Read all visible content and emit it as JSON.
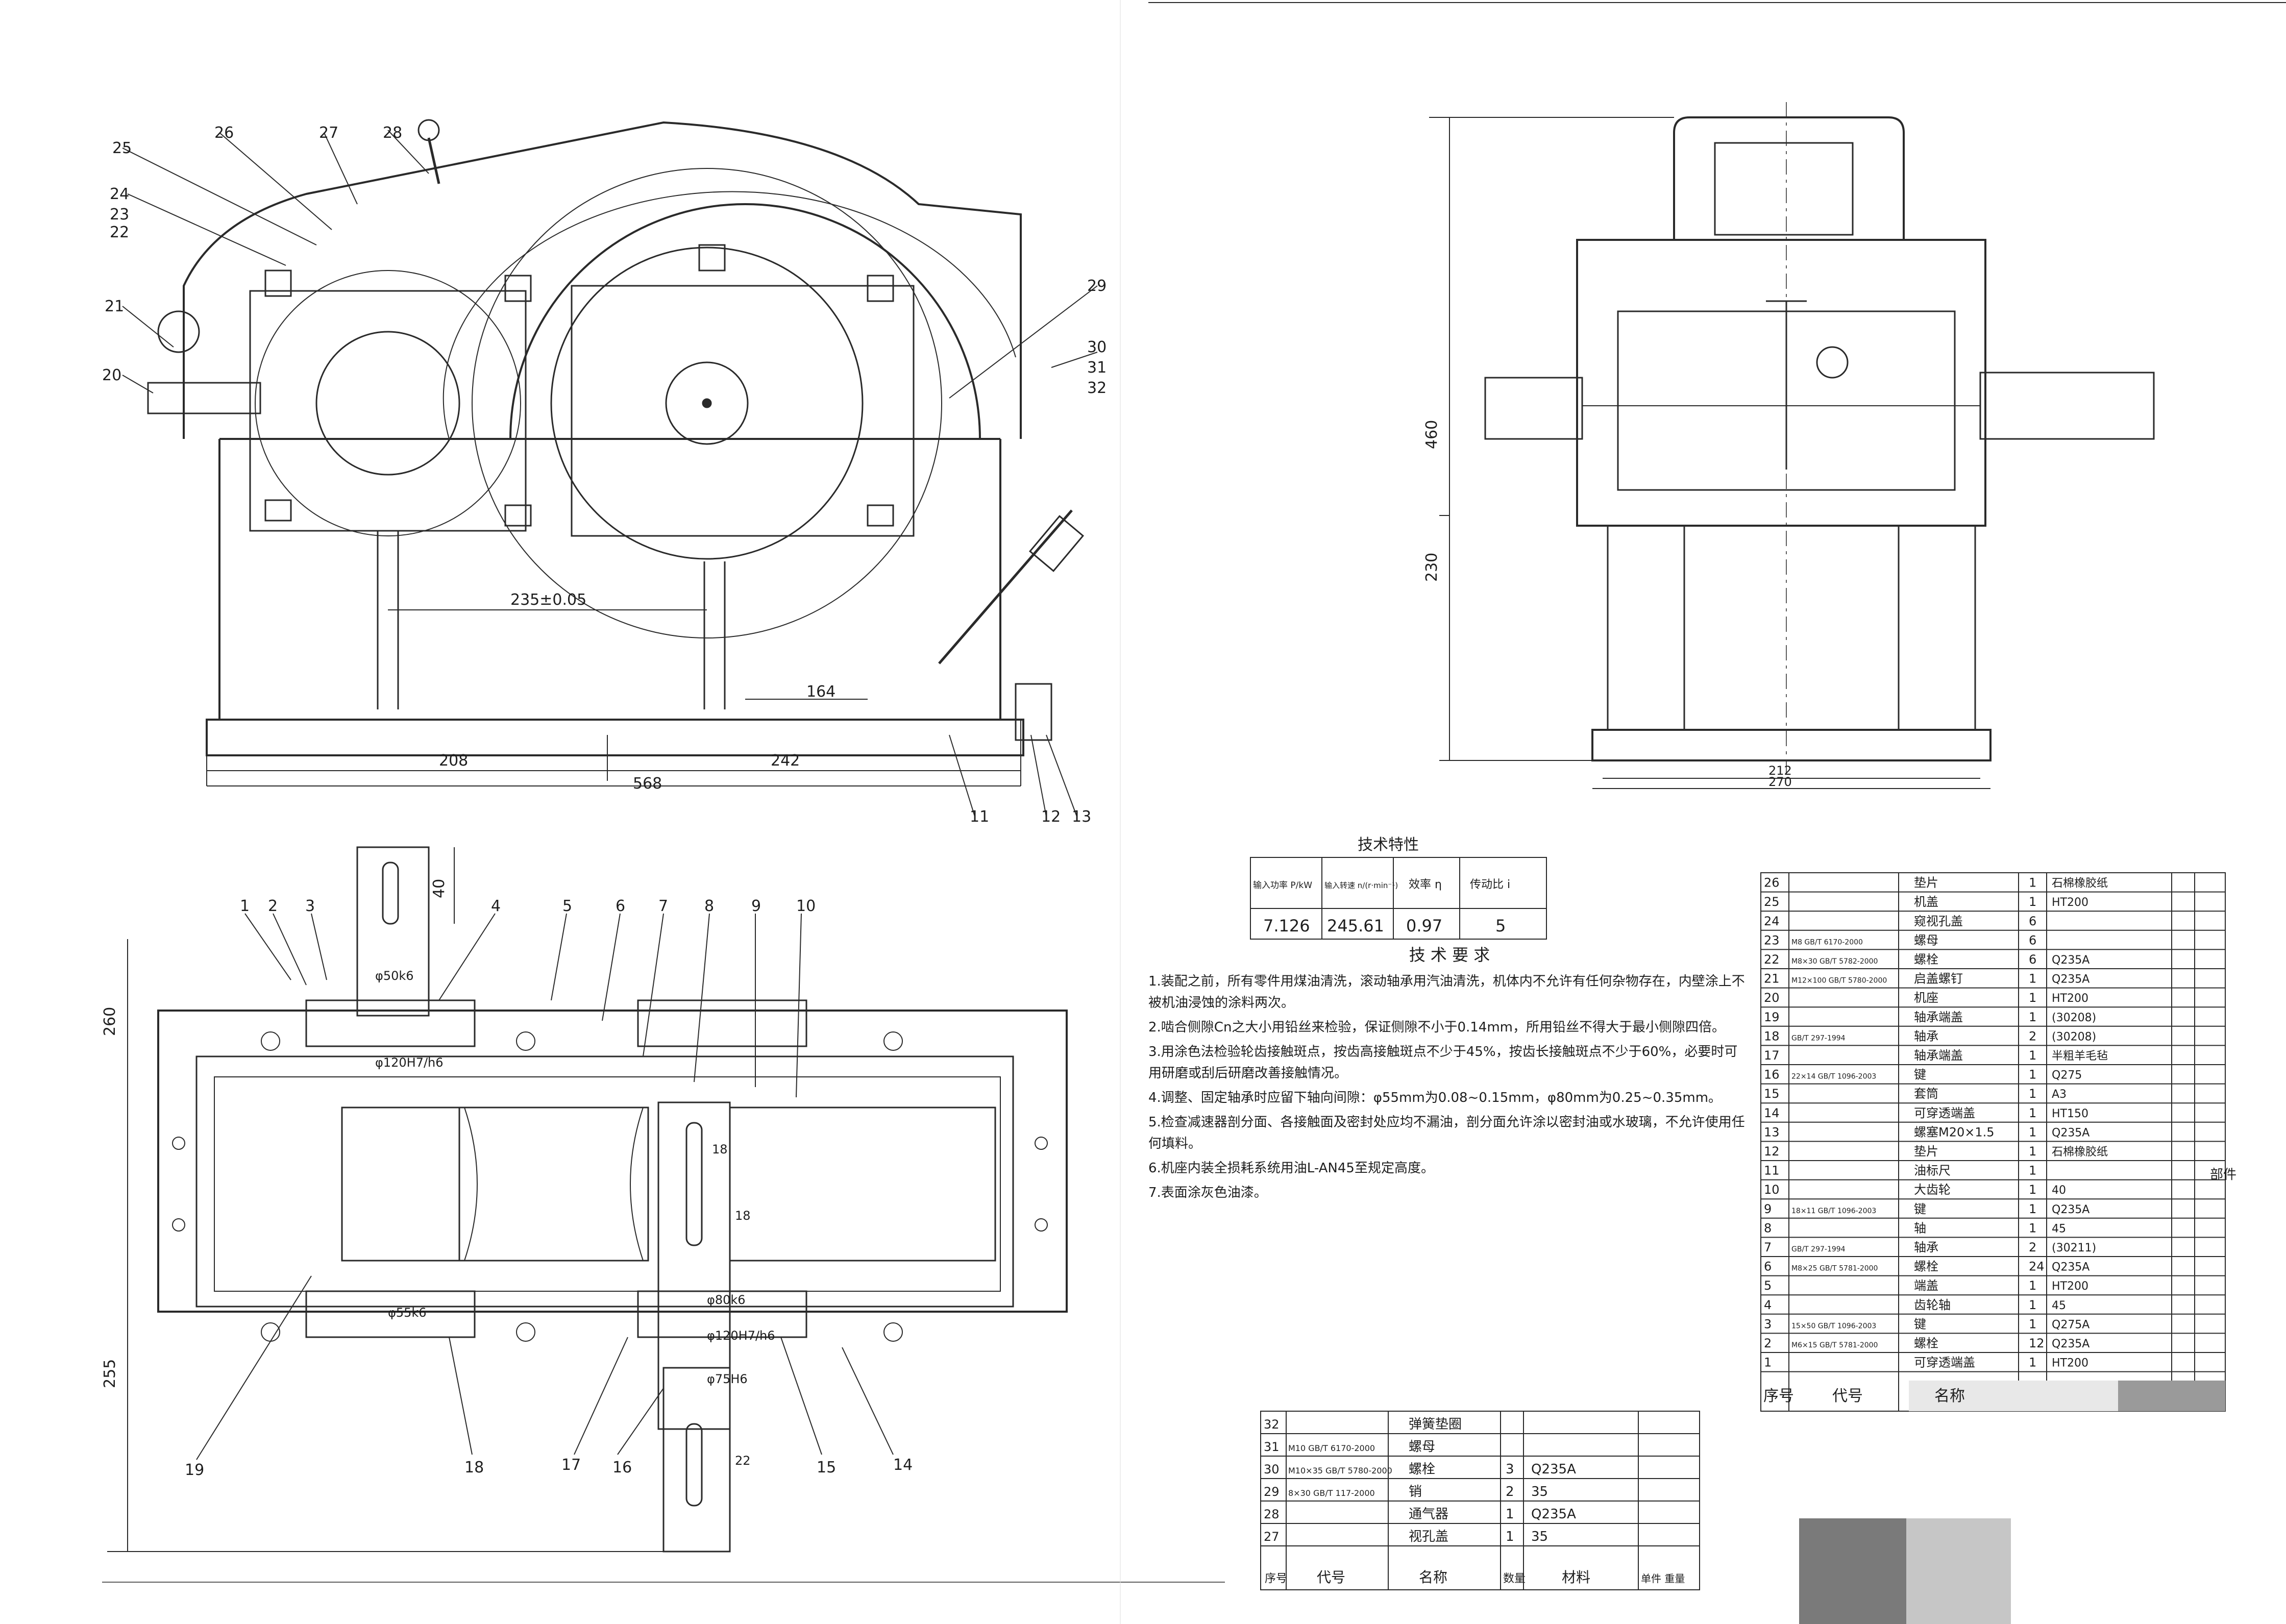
{
  "front_view": {
    "balloons": [
      "25",
      "26",
      "27",
      "28",
      "24",
      "23",
      "22",
      "21",
      "20",
      "29",
      "30",
      "31",
      "32",
      "11",
      "12",
      "13"
    ],
    "dims": {
      "d208": "208",
      "d242": "242",
      "d568": "568",
      "d164": "164",
      "d235": "235±0.05"
    }
  },
  "side_view": {
    "dims": {
      "d460": "460",
      "d230": "230",
      "d212": "212",
      "d270": "270"
    }
  },
  "top_view": {
    "balloons": [
      "1",
      "2",
      "3",
      "4",
      "5",
      "6",
      "7",
      "8",
      "9",
      "10",
      "19",
      "18",
      "17",
      "16",
      "15",
      "14"
    ],
    "annotations": [
      "φ50k6",
      "φ120H7/h6",
      "φ55k6",
      "φ80k6",
      "φ120H7/h6",
      "φ75H6",
      "18",
      "22",
      "18"
    ],
    "dims": {
      "d40": "40",
      "d260": "260",
      "d255": "255"
    }
  },
  "tech_char": {
    "title": "技术特性",
    "headers": [
      "输入功率 P/kW",
      "输入转速 n/(r·min⁻¹)",
      "效率 η",
      "传动比 i"
    ],
    "values": [
      "7.126",
      "245.61",
      "0.97",
      "5"
    ]
  },
  "requirements": {
    "title": "技 术 要 求",
    "items": [
      "1.装配之前，所有零件用煤油清洗，滚动轴承用汽油清洗，机体内不允许有任何杂物存在，内壁涂上不被机油浸蚀的涂料两次。",
      "2.啮合侧隙Cn之大小用铅丝来检验，保证侧隙不小于0.14mm，所用铅丝不得大于最小侧隙四倍。",
      "3.用涂色法检验轮齿接触斑点，按齿高接触斑点不少于45%，按齿长接触斑点不少于60%，必要时可用研磨或刮后研磨改善接触情况。",
      "4.调整、固定轴承时应留下轴向间隙：φ55mm为0.08~0.15mm，φ80mm为0.25~0.35mm。",
      "5.检查减速器剖分面、各接触面及密封处应均不漏油，剖分面允许涂以密封油或水玻璃，不允许使用任何填料。",
      "6.机座内装全损耗系统用油L-AN45至规定高度。",
      "7.表面涂灰色油漆。"
    ]
  },
  "parts_upper": {
    "rows": [
      [
        "26",
        "",
        "垫片",
        "1",
        "石棉橡胶纸"
      ],
      [
        "25",
        "",
        "机盖",
        "1",
        "HT200"
      ],
      [
        "24",
        "",
        "窥视孔盖",
        "6",
        ""
      ],
      [
        "23",
        "M8 GB/T 6170-2000",
        "螺母",
        "6",
        ""
      ],
      [
        "22",
        "M8×30 GB/T 5782-2000",
        "螺栓",
        "6",
        "Q235A"
      ],
      [
        "21",
        "M12×100 GB/T 5780-2000",
        "启盖螺钉",
        "1",
        "Q235A"
      ],
      [
        "20",
        "",
        "机座",
        "1",
        "HT200"
      ],
      [
        "19",
        "",
        "轴承端盖",
        "1",
        "(30208)"
      ],
      [
        "18",
        "GB/T 297-1994",
        "轴承",
        "2",
        "(30208)"
      ],
      [
        "17",
        "",
        "轴承端盖",
        "1",
        "半粗羊毛毡"
      ],
      [
        "16",
        "22×14 GB/T 1096-2003",
        "键",
        "1",
        "Q275"
      ],
      [
        "15",
        "",
        "套筒",
        "1",
        "A3"
      ],
      [
        "14",
        "",
        "可穿透端盖",
        "1",
        "HT150"
      ],
      [
        "13",
        "",
        "螺塞M20×1.5",
        "1",
        "Q235A"
      ],
      [
        "12",
        "",
        "垫片",
        "1",
        "石棉橡胶纸"
      ],
      [
        "11",
        "",
        "油标尺",
        "1",
        ""
      ],
      [
        "10",
        "",
        "大齿轮",
        "1",
        "40"
      ],
      [
        "9",
        "18×11 GB/T 1096-2003",
        "键",
        "1",
        "Q235A"
      ],
      [
        "8",
        "",
        "轴",
        "1",
        "45"
      ],
      [
        "7",
        "GB/T 297-1994",
        "轴承",
        "2",
        "(30211)"
      ],
      [
        "6",
        "M8×25 GB/T 5781-2000",
        "螺栓",
        "24",
        "Q235A"
      ],
      [
        "5",
        "",
        "端盖",
        "1",
        "HT200"
      ],
      [
        "4",
        "",
        "齿轮轴",
        "1",
        "45"
      ],
      [
        "3",
        "15×50 GB/T 1096-2003",
        "键",
        "1",
        "Q275A"
      ],
      [
        "2",
        "M6×15 GB/T 5781-2000",
        "螺栓",
        "12",
        "Q235A"
      ],
      [
        "1",
        "",
        "可穿透端盖",
        "1",
        "HT200"
      ]
    ],
    "side_label": "部件",
    "footer": [
      "序号",
      "代号",
      "名称"
    ]
  },
  "parts_lower": {
    "rows": [
      [
        "32",
        "",
        "弹簧垫圈",
        "",
        ""
      ],
      [
        "31",
        "M10 GB/T 6170-2000",
        "螺母",
        "",
        ""
      ],
      [
        "30",
        "M10×35 GB/T 5780-2000",
        "螺栓",
        "3",
        "Q235A"
      ],
      [
        "29",
        "8×30 GB/T 117-2000",
        "销",
        "2",
        "35"
      ],
      [
        "28",
        "",
        "通气器",
        "1",
        "Q235A"
      ],
      [
        "27",
        "",
        "视孔盖",
        "1",
        "35"
      ]
    ],
    "footer": [
      "序号",
      "代号",
      "名称",
      "数量",
      "材料",
      "单件 重量"
    ]
  }
}
